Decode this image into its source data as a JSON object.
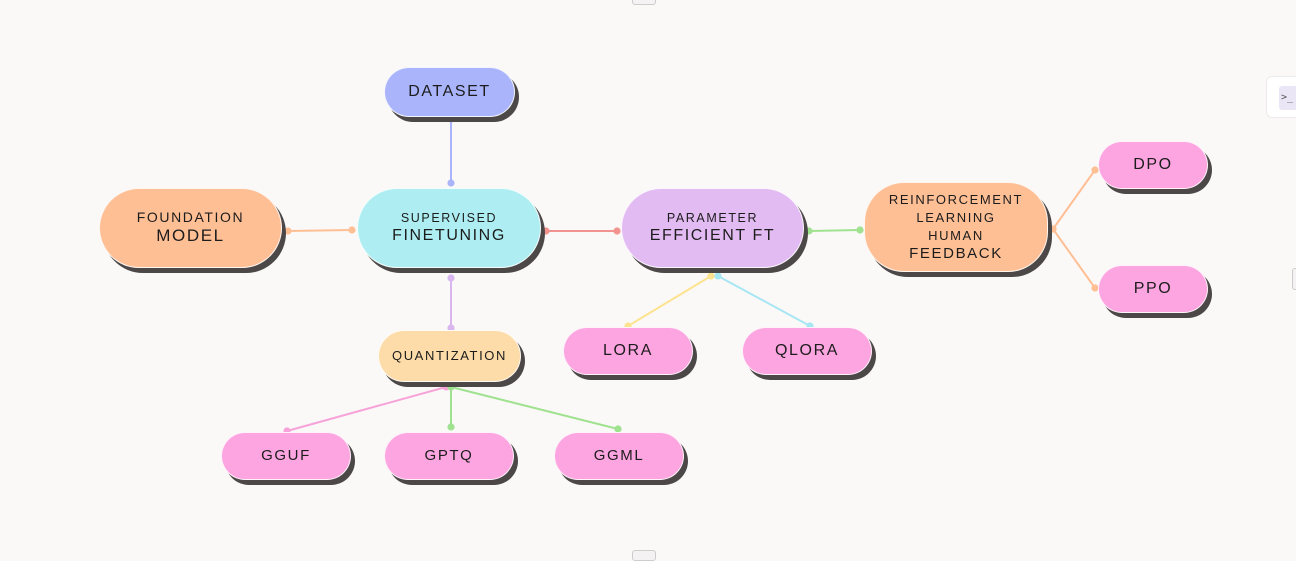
{
  "diagram": {
    "nodes": {
      "dataset": {
        "line1": "DATASET"
      },
      "foundation": {
        "line1": "FOUNDATION",
        "line2": "MODEL"
      },
      "sft": {
        "line1": "SUPERVISED",
        "line2": "FINETUNING"
      },
      "peft": {
        "line1": "PARAMETER",
        "line2": "EFFICIENT FT"
      },
      "rlhf": {
        "line1": "REINFORCEMENT",
        "line2": "LEARNING",
        "line3": "HUMAN",
        "line4": "FEEDBACK"
      },
      "dpo": {
        "line1": "DPO"
      },
      "ppo": {
        "line1": "PPO"
      },
      "quant": {
        "line1": "QUANTIZATION"
      },
      "lora": {
        "line1": "LORA"
      },
      "qlora": {
        "line1": "QLORA"
      },
      "gguf": {
        "line1": "GGUF"
      },
      "gptq": {
        "line1": "GPTQ"
      },
      "ggml": {
        "line1": "GGML"
      }
    },
    "node_colors": {
      "dataset": "#aab4fa",
      "foundation": "#ffbf95",
      "sft": "#aeeef2",
      "peft": "#e3bbf3",
      "rlhf": "#ffbf95",
      "quant": "#fddcaa",
      "leaf": "#fca5e0"
    },
    "edges": [
      {
        "from": "sft",
        "to": "dataset",
        "color": "#aab4fa"
      },
      {
        "from": "sft",
        "to": "foundation",
        "color": "#ffbf95"
      },
      {
        "from": "sft",
        "to": "peft",
        "color": "#f2938f"
      },
      {
        "from": "peft",
        "to": "rlhf",
        "color": "#9fe28f"
      },
      {
        "from": "rlhf",
        "to": "dpo",
        "color": "#ffbf95"
      },
      {
        "from": "rlhf",
        "to": "ppo",
        "color": "#ffbf95"
      },
      {
        "from": "sft",
        "to": "quant",
        "color": "#d9b6ee"
      },
      {
        "from": "peft",
        "to": "lora",
        "color": "#fde38f"
      },
      {
        "from": "peft",
        "to": "qlora",
        "color": "#a7e6f3"
      },
      {
        "from": "quant",
        "to": "gguf",
        "color": "#f7a3da"
      },
      {
        "from": "quant",
        "to": "gptq",
        "color": "#9fe28f"
      },
      {
        "from": "quant",
        "to": "ggml",
        "color": "#9fe28f"
      }
    ]
  },
  "sidebar": {
    "toggle_icon": "terminal-icon",
    "toggle_glyph": ">_"
  }
}
